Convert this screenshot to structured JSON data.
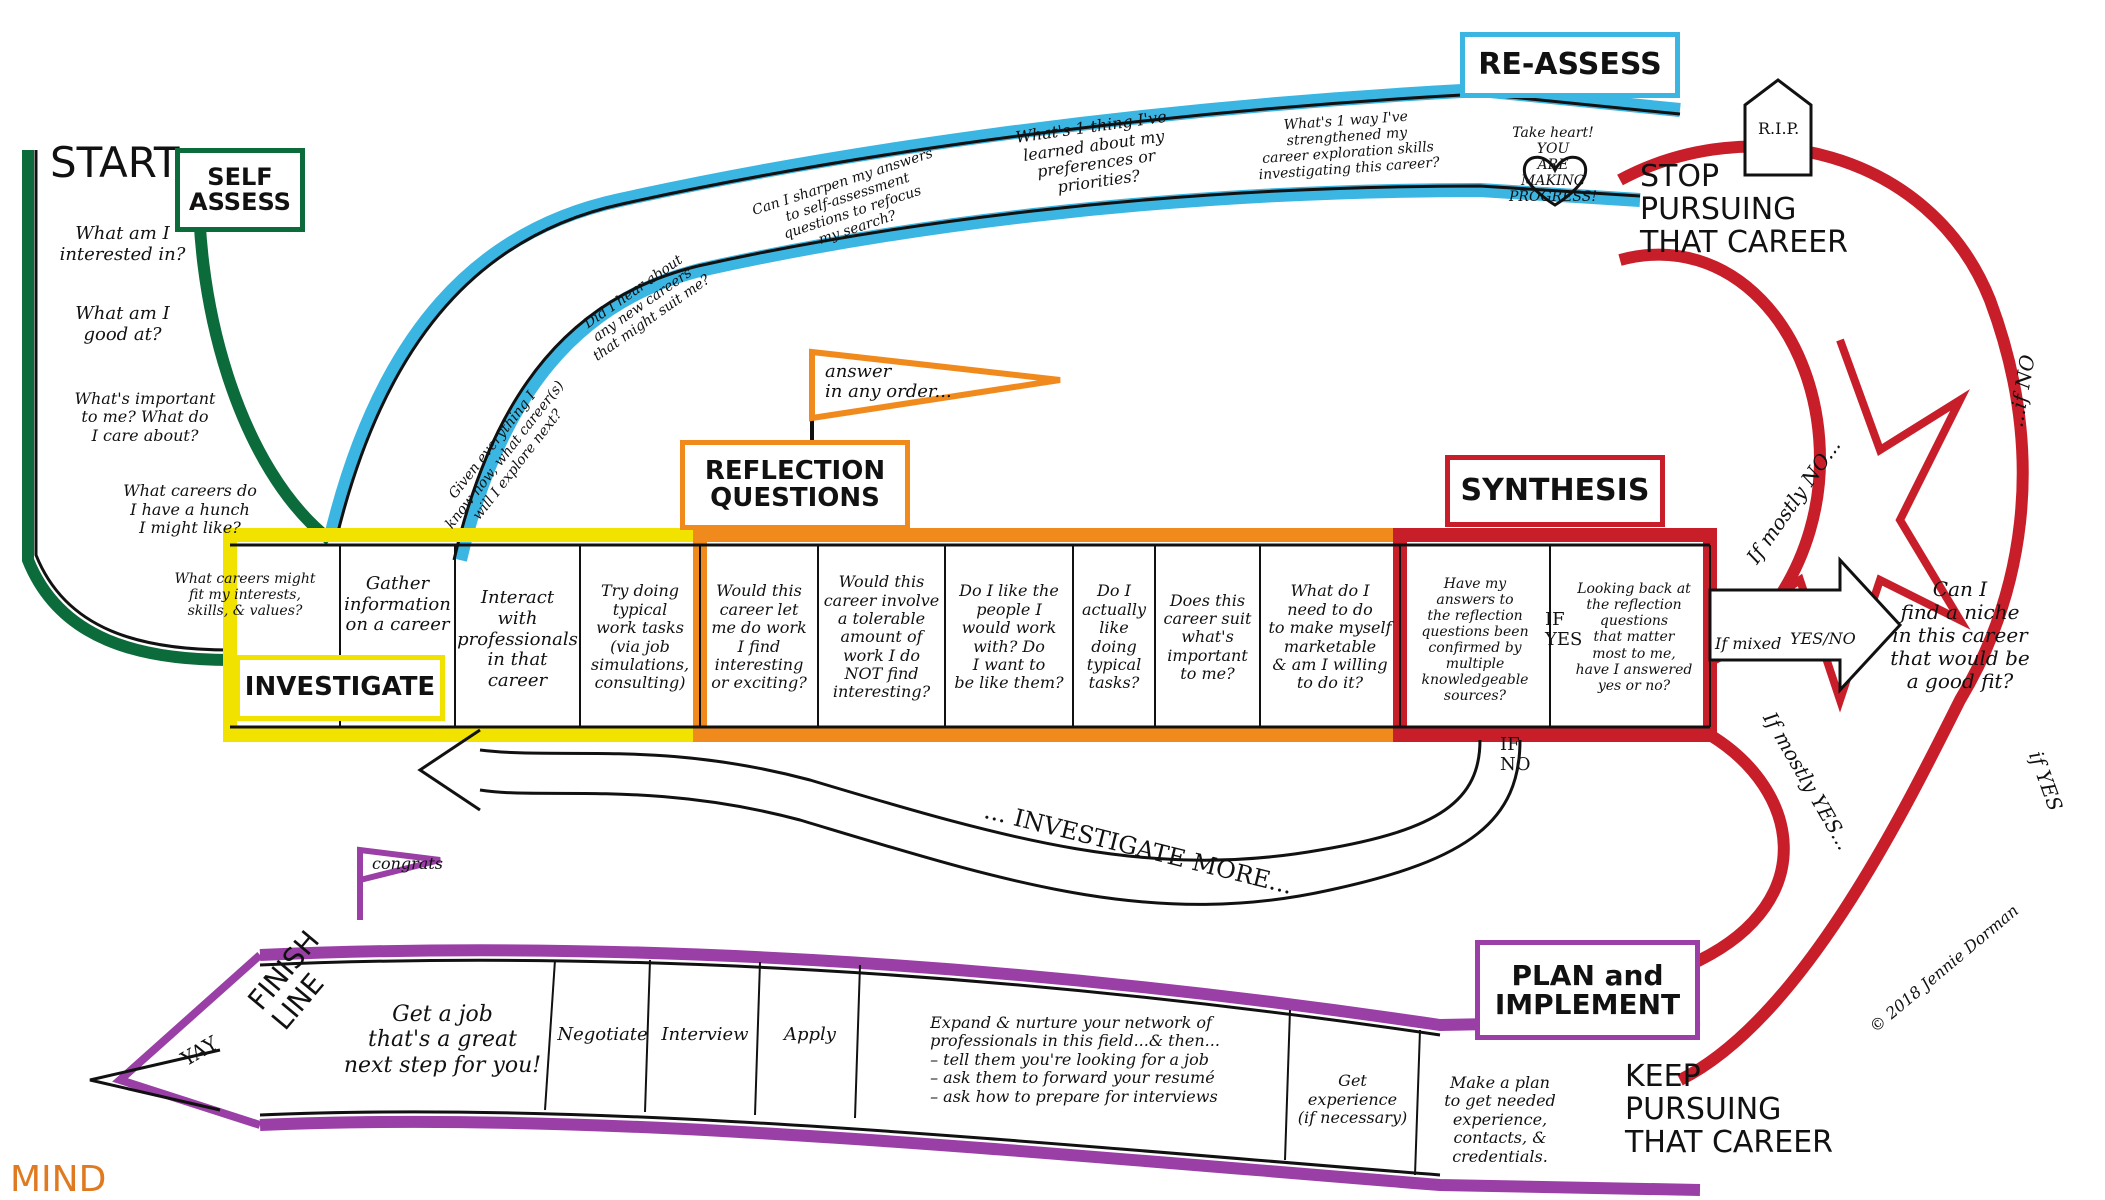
{
  "start": "START",
  "self_assess": {
    "sign": "SELF\nASSESS",
    "cells": [
      "What am I\ninterested in?",
      "What am I\ngood at?",
      "What's important\nto me? What do\nI care about?",
      "What careers do\nI have a hunch\nI might like?",
      "What careers might\nfit my interests,\nskills, & values?"
    ]
  },
  "investigate": {
    "sign": "INVESTIGATE",
    "cells": [
      "Gather\ninformation\non a career",
      "Interact\nwith\nprofessionals\nin that\ncareer",
      "Try doing\ntypical\nwork tasks\n(via job\nsimulations,\nconsulting)"
    ]
  },
  "reflection": {
    "sign": "REFLECTION\nQUESTIONS",
    "flag": "answer\nin any order...",
    "cells": [
      "Would this\ncareer let\nme do work\nI find\ninteresting\nor exciting?",
      "Would this\ncareer involve\na tolerable\namount of\nwork I do\nNOT find\ninteresting?",
      "Do I like the\npeople I\nwould work\nwith? Do\nI want to\nbe like them?",
      "Do I\nactually\nlike\ndoing\ntypical\ntasks?",
      "Does this\ncareer suit\nwhat's\nimportant\nto me?",
      "What do I\nneed to do\nto make myself\nmarketable\n& am I willing\nto do it?"
    ]
  },
  "synthesis": {
    "sign": "SYNTHESIS",
    "cells": [
      "Have my\nanswers to\nthe reflection\nquestions been\nconfirmed by\nmultiple\nknowledgeable\nsources?",
      "Looking back at\nthe reflection\nquestions\nthat matter\nmost to me,\nhave I answered\nyes or no?"
    ],
    "if_yes": "IF\nYES",
    "if_no": "IF\nNO",
    "if_mixed": "If mixed",
    "yes_no": "YES/NO",
    "if_mostly_no": "If mostly NO...",
    "if_mostly_yes": "If mostly YES...",
    "niche": "Can I\nfind a niche\nin this career\nthat would be\na good fit?",
    "if_no2": "...if NO",
    "if_yes2": "if YES"
  },
  "reassess": {
    "sign": "RE-ASSESS",
    "cells": [
      "Given everything I\nknow now, what career(s)\nwill I explore next?",
      "Did I hear about\nany new careers\nthat might suit me?",
      "Can I sharpen my answers\nto self-assessment\nquestions to refocus\nmy search?",
      "What's 1 thing I've\nlearned about my\npreferences or\npriorities?",
      "What's 1 way I've\nstrengthened my\ncareer exploration skills\ninvestigating this career?",
      "Take heart!\nYOU\nARE\nMAKING\nPROGRESS!"
    ]
  },
  "rip": "R.I.P.",
  "stop": "STOP\nPURSUING\nTHAT CAREER",
  "keep": "KEEP\nPURSUING\nTHAT CAREER",
  "investigate_more": "... INVESTIGATE MORE...",
  "plan": {
    "sign": "PLAN and\nIMPLEMENT",
    "cells": [
      "Get a job\nthat's a great\nnext step for you!",
      "Negotiate",
      "Interview",
      "Apply",
      "Expand & nurture your network of\nprofessionals in this field...& then...\n– tell them you're looking for a job\n– ask them to forward your resumé\n– ask how to prepare for interviews",
      "Get\nexperience\n(if necessary)",
      "Make a plan\nto get needed\nexperience,\ncontacts, &\ncredentials."
    ]
  },
  "finish_line": "FINISH\nLINE",
  "congrats": "congrats",
  "yay": "YAY",
  "credit": "© 2018  Jennie Dorman",
  "logo": "MIND",
  "colors": {
    "green": "#0b6b3a",
    "blue": "#3bb6e3",
    "yellow": "#f2e200",
    "orange": "#f08a1c",
    "red": "#c81e2a",
    "purple": "#9a3fa6",
    "ink": "#111111"
  }
}
